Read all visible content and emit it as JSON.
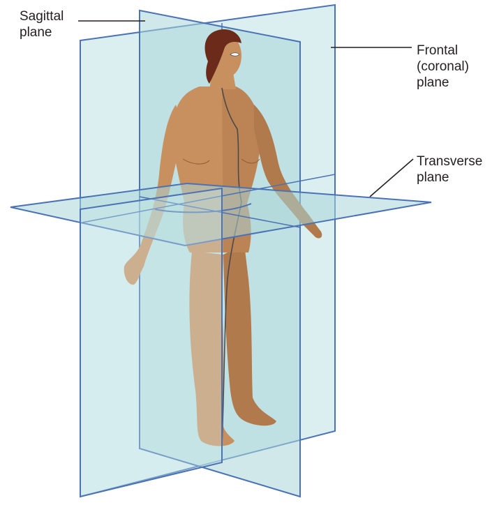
{
  "labels": {
    "sagittal": "Sagittal\nplane",
    "frontal": "Frontal\n(coronal)\nplane",
    "transverse": "Transverse\nplane"
  },
  "colors": {
    "plane_fill": "#bfe3e6",
    "plane_edge": "#4a72b5",
    "skin": "#c9905f",
    "skin_shade": "#b07a4c",
    "hair": "#6b2a1a",
    "leader_line": "#231f20"
  }
}
